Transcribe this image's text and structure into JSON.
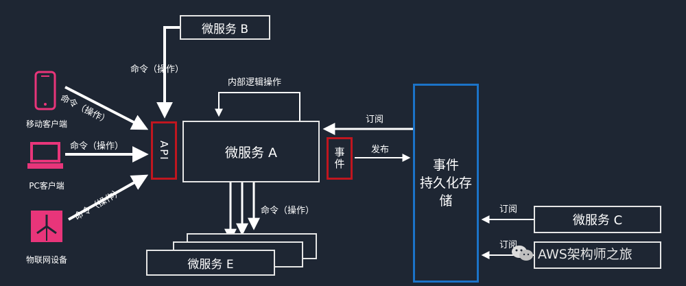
{
  "devices": {
    "mobile": "移动客户端",
    "pc": "PC客户端",
    "iot": "物联网设备"
  },
  "labels": {
    "cmd_mobile": "命令（操作）",
    "cmd_pc": "命令（操作）",
    "cmd_iot": "命令（操作）",
    "cmd_b": "命令（操作）",
    "cmd_down": "命令（操作）",
    "internal": "内部逻辑操作",
    "subscribe_a": "订阅",
    "publish": "发布",
    "subscribe_c": "订阅",
    "subscribe_d": "订阅"
  },
  "boxes": {
    "api": "API",
    "service_a": "微服务 A",
    "service_b": "微服务 B",
    "service_c": "微服务 C",
    "service_e": "微服务 E",
    "event": "事件",
    "store_line1": "事件",
    "store_line2": "持久化存",
    "store_line3": "储"
  },
  "watermark": "AWS架构师之旅",
  "colors": {
    "background": "#1e2633",
    "accent_red": "#c0161f",
    "accent_pink": "#e8357a",
    "accent_blue": "#1b73c8",
    "line": "#ffffff"
  },
  "icons": {
    "mobile": "smartphone-icon",
    "pc": "laptop-icon",
    "iot": "pinwheel-icon",
    "watermark": "wechat-icon"
  }
}
